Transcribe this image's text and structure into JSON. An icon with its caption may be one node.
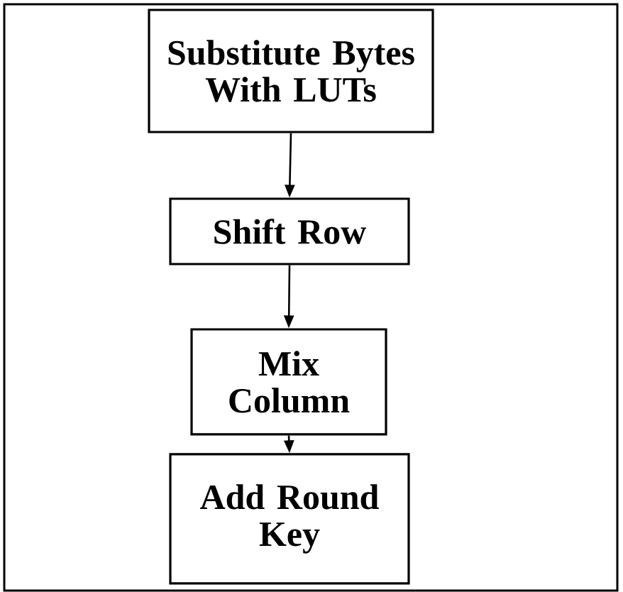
{
  "diagram": {
    "nodes": [
      {
        "text": [
          "Substitute Bytes With LUTs"
        ]
      },
      {
        "text": [
          "Shift Row"
        ]
      },
      {
        "text": [
          "Mix Column"
        ]
      },
      {
        "text": [
          "Add Round Key"
        ]
      }
    ],
    "edges": [
      {
        "from": 0,
        "to": 1,
        "arrow": "to"
      },
      {
        "from": 1,
        "to": 2,
        "arrow": "to"
      },
      {
        "from": 2,
        "to": 3,
        "arrow": "to"
      }
    ]
  }
}
